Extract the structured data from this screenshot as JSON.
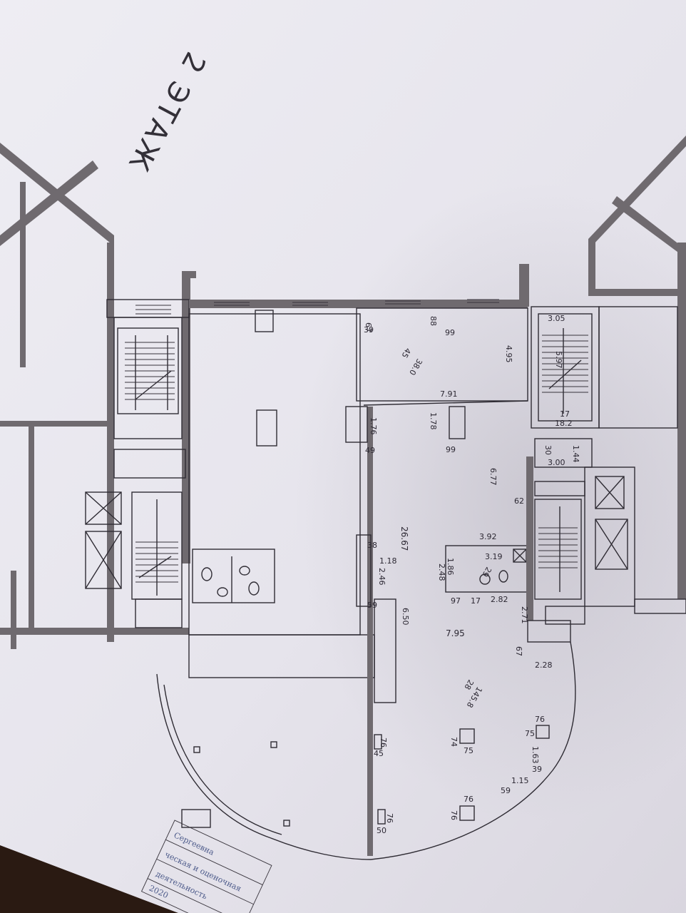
{
  "plan": {
    "title": "2 ЭТАЖ",
    "labels": [
      "67",
      "39",
      "88",
      "99",
      "4.95",
      "45",
      "38.0",
      "7.91",
      "3.05",
      "5.97",
      "1.76",
      "1.78",
      "49",
      "99",
      "17",
      "18.2",
      "30",
      "1.44",
      "3.00",
      "6.77",
      "62",
      "26.67",
      "3.92",
      "38",
      "1.18",
      "3.19",
      "1.86",
      "29",
      "2.46",
      "2.48",
      "59",
      "97",
      "17",
      "2.82",
      "6.50",
      "2.71",
      "7.95",
      "67",
      "2.28",
      "28",
      "145.8",
      "76",
      "75",
      "74",
      "75",
      "76",
      "45",
      "1.63",
      "39",
      "1.15",
      "59",
      "76",
      "76",
      "76",
      "50"
    ]
  },
  "stamp": {
    "lines": [
      "Сергеевна",
      "ческая и оценочная",
      "деятельность",
      "2020"
    ]
  },
  "colors": {
    "paper": "#e9e7ee",
    "wall": "#6f6a6f",
    "ink": "#2c2833",
    "stamp_ink": "#4c5a8a"
  }
}
